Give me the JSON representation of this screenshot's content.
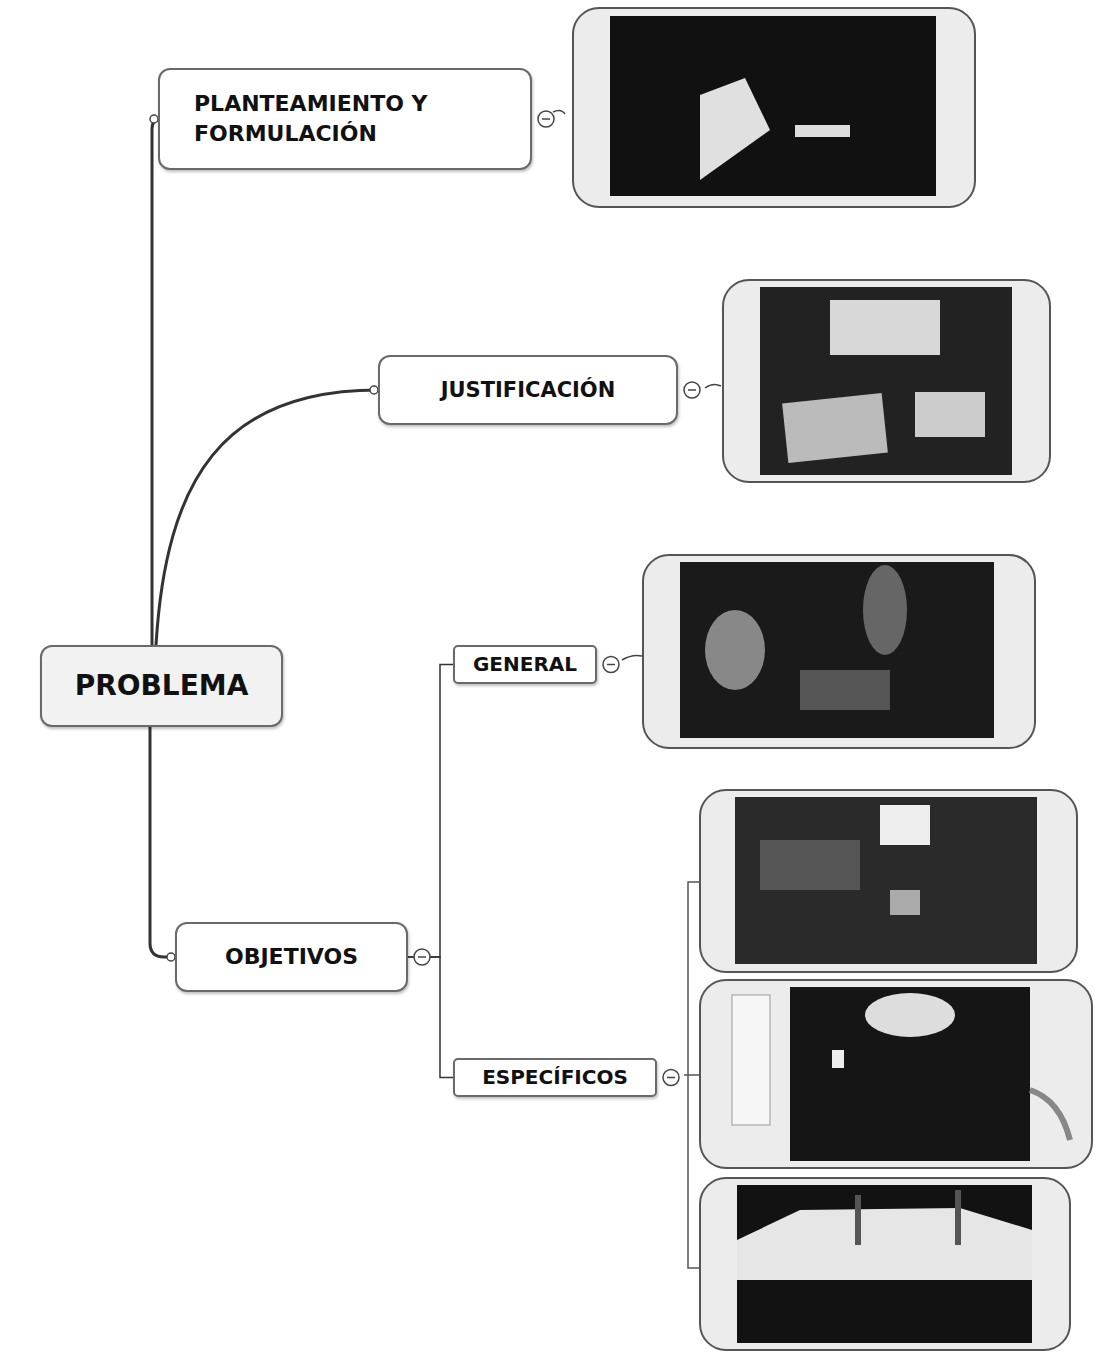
{
  "diagram": {
    "nodes": [
      {
        "text": [
          "PROBLEMA"
        ]
      },
      {
        "text": [
          "PLANTEAMIENTO Y FORMULACIÓN"
        ]
      },
      {
        "text": [
          "JUSTIFICACIÓN"
        ]
      },
      {
        "text": [
          "OBJETIVOS"
        ]
      },
      {
        "text": [
          "GENERAL"
        ]
      },
      {
        "text": [
          "ESPECÍFICOS"
        ]
      }
    ],
    "edges": [
      {
        "from": 0,
        "to": 1,
        "arrow": "none"
      },
      {
        "from": 0,
        "to": 2,
        "arrow": "none"
      },
      {
        "from": 0,
        "to": 3,
        "arrow": "none"
      },
      {
        "from": 3,
        "to": 4,
        "arrow": "none"
      },
      {
        "from": 3,
        "to": 5,
        "arrow": "none"
      }
    ]
  }
}
